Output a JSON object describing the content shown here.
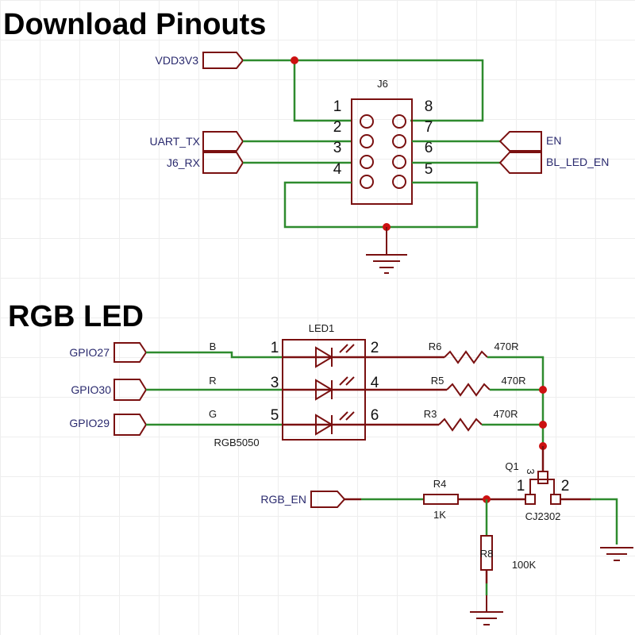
{
  "sections": {
    "pinouts_title": "Download Pinouts",
    "rgb_title": "RGB LED"
  },
  "pinouts": {
    "connector_ref": "J6",
    "pins_left": [
      "1",
      "2",
      "3",
      "4"
    ],
    "pins_right": [
      "8",
      "7",
      "6",
      "5"
    ],
    "ports_left": [
      "VDD3V3",
      "UART_TX",
      "J6_RX"
    ],
    "ports_right": [
      "EN",
      "BL_LED_EN"
    ]
  },
  "rgb_led": {
    "led_ref": "LED1",
    "led_part": "RGB5050",
    "channels": [
      {
        "port": "GPIO27",
        "color": "B",
        "pin_in": "1",
        "pin_out": "2",
        "resistor": "R6",
        "value": "470R"
      },
      {
        "port": "GPIO30",
        "color": "R",
        "pin_in": "3",
        "pin_out": "4",
        "resistor": "R5",
        "value": "470R"
      },
      {
        "port": "GPIO29",
        "color": "G",
        "pin_in": "5",
        "pin_out": "6",
        "resistor": "R3",
        "value": "470R"
      }
    ],
    "enable_port": "RGB_EN",
    "r4": {
      "ref": "R4",
      "value": "1K"
    },
    "r8": {
      "ref": "R8",
      "value": "100K"
    },
    "q1": {
      "ref": "Q1",
      "part": "CJ2302",
      "pin_gate": "1",
      "pin_source": "2",
      "pin_drain": "3"
    }
  },
  "colors": {
    "wire": "#2e8b2e",
    "component": "#7a1010",
    "junction": "#cc1111",
    "net_label": "#2a2a6e"
  }
}
